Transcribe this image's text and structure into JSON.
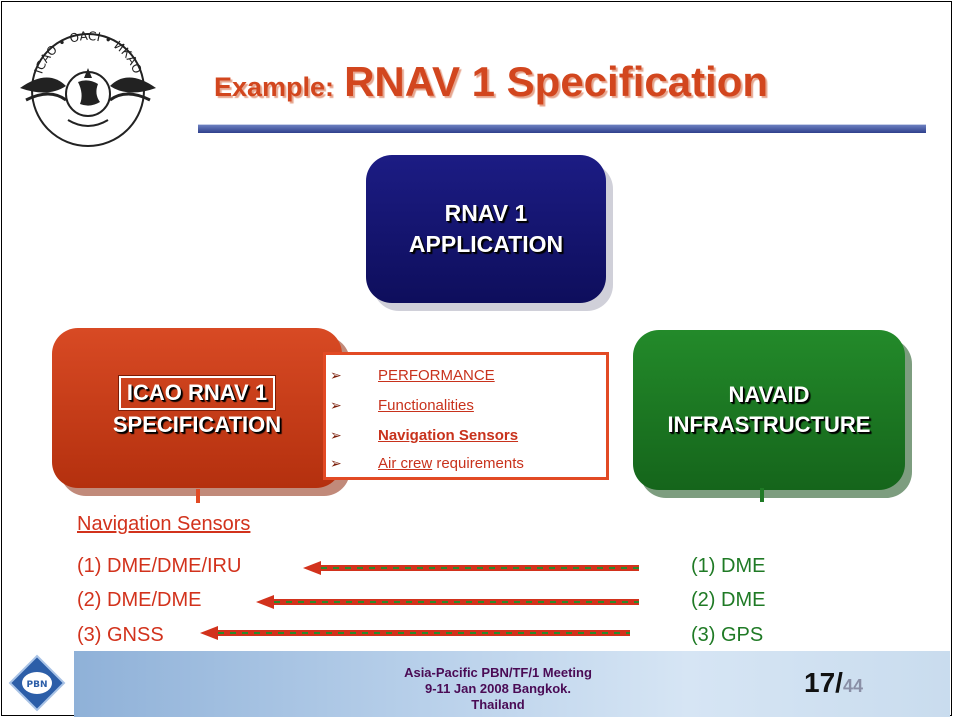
{
  "title": {
    "prefix": "Example:",
    "main": "RNAV 1 Specification"
  },
  "logo": {
    "text_top": "ICAO • OACI • ИКАО"
  },
  "boxes": {
    "application": {
      "line1": "RNAV 1",
      "line2": "APPLICATION",
      "color": "#1c1c84"
    },
    "specification": {
      "line1": "ICAO RNAV 1",
      "line2": "SPECIFICATION",
      "color": "#d84a24"
    },
    "navaid": {
      "line1": "NAVAID",
      "line2": "INFRASTRUCTURE",
      "color": "#238a2a"
    }
  },
  "requirements": [
    {
      "bullet": "➢",
      "text": "PERFORMANCE",
      "extra": ""
    },
    {
      "bullet": "➢",
      "text": "Functionalities",
      "extra": ""
    },
    {
      "bullet": "➢",
      "text": "Navigation Sensors",
      "extra": ""
    },
    {
      "bullet": "➢",
      "text": "Air crew",
      "extra": " requirements"
    }
  ],
  "sensors": {
    "heading": "Navigation Sensors",
    "items": [
      "(1) DME/DME/IRU",
      "(2) DME/DME",
      "(3) GNSS"
    ]
  },
  "navaids": {
    "items": [
      "(1) DME",
      "(2) DME",
      "(3) GPS"
    ]
  },
  "footer": {
    "meeting_line1": "Asia-Pacific PBN/TF/1 Meeting",
    "meeting_line2": "9-11 Jan 2008  Bangkok. Thailand",
    "page_current": "17/",
    "page_total": "44",
    "pbn_icon_label": "PBN"
  }
}
